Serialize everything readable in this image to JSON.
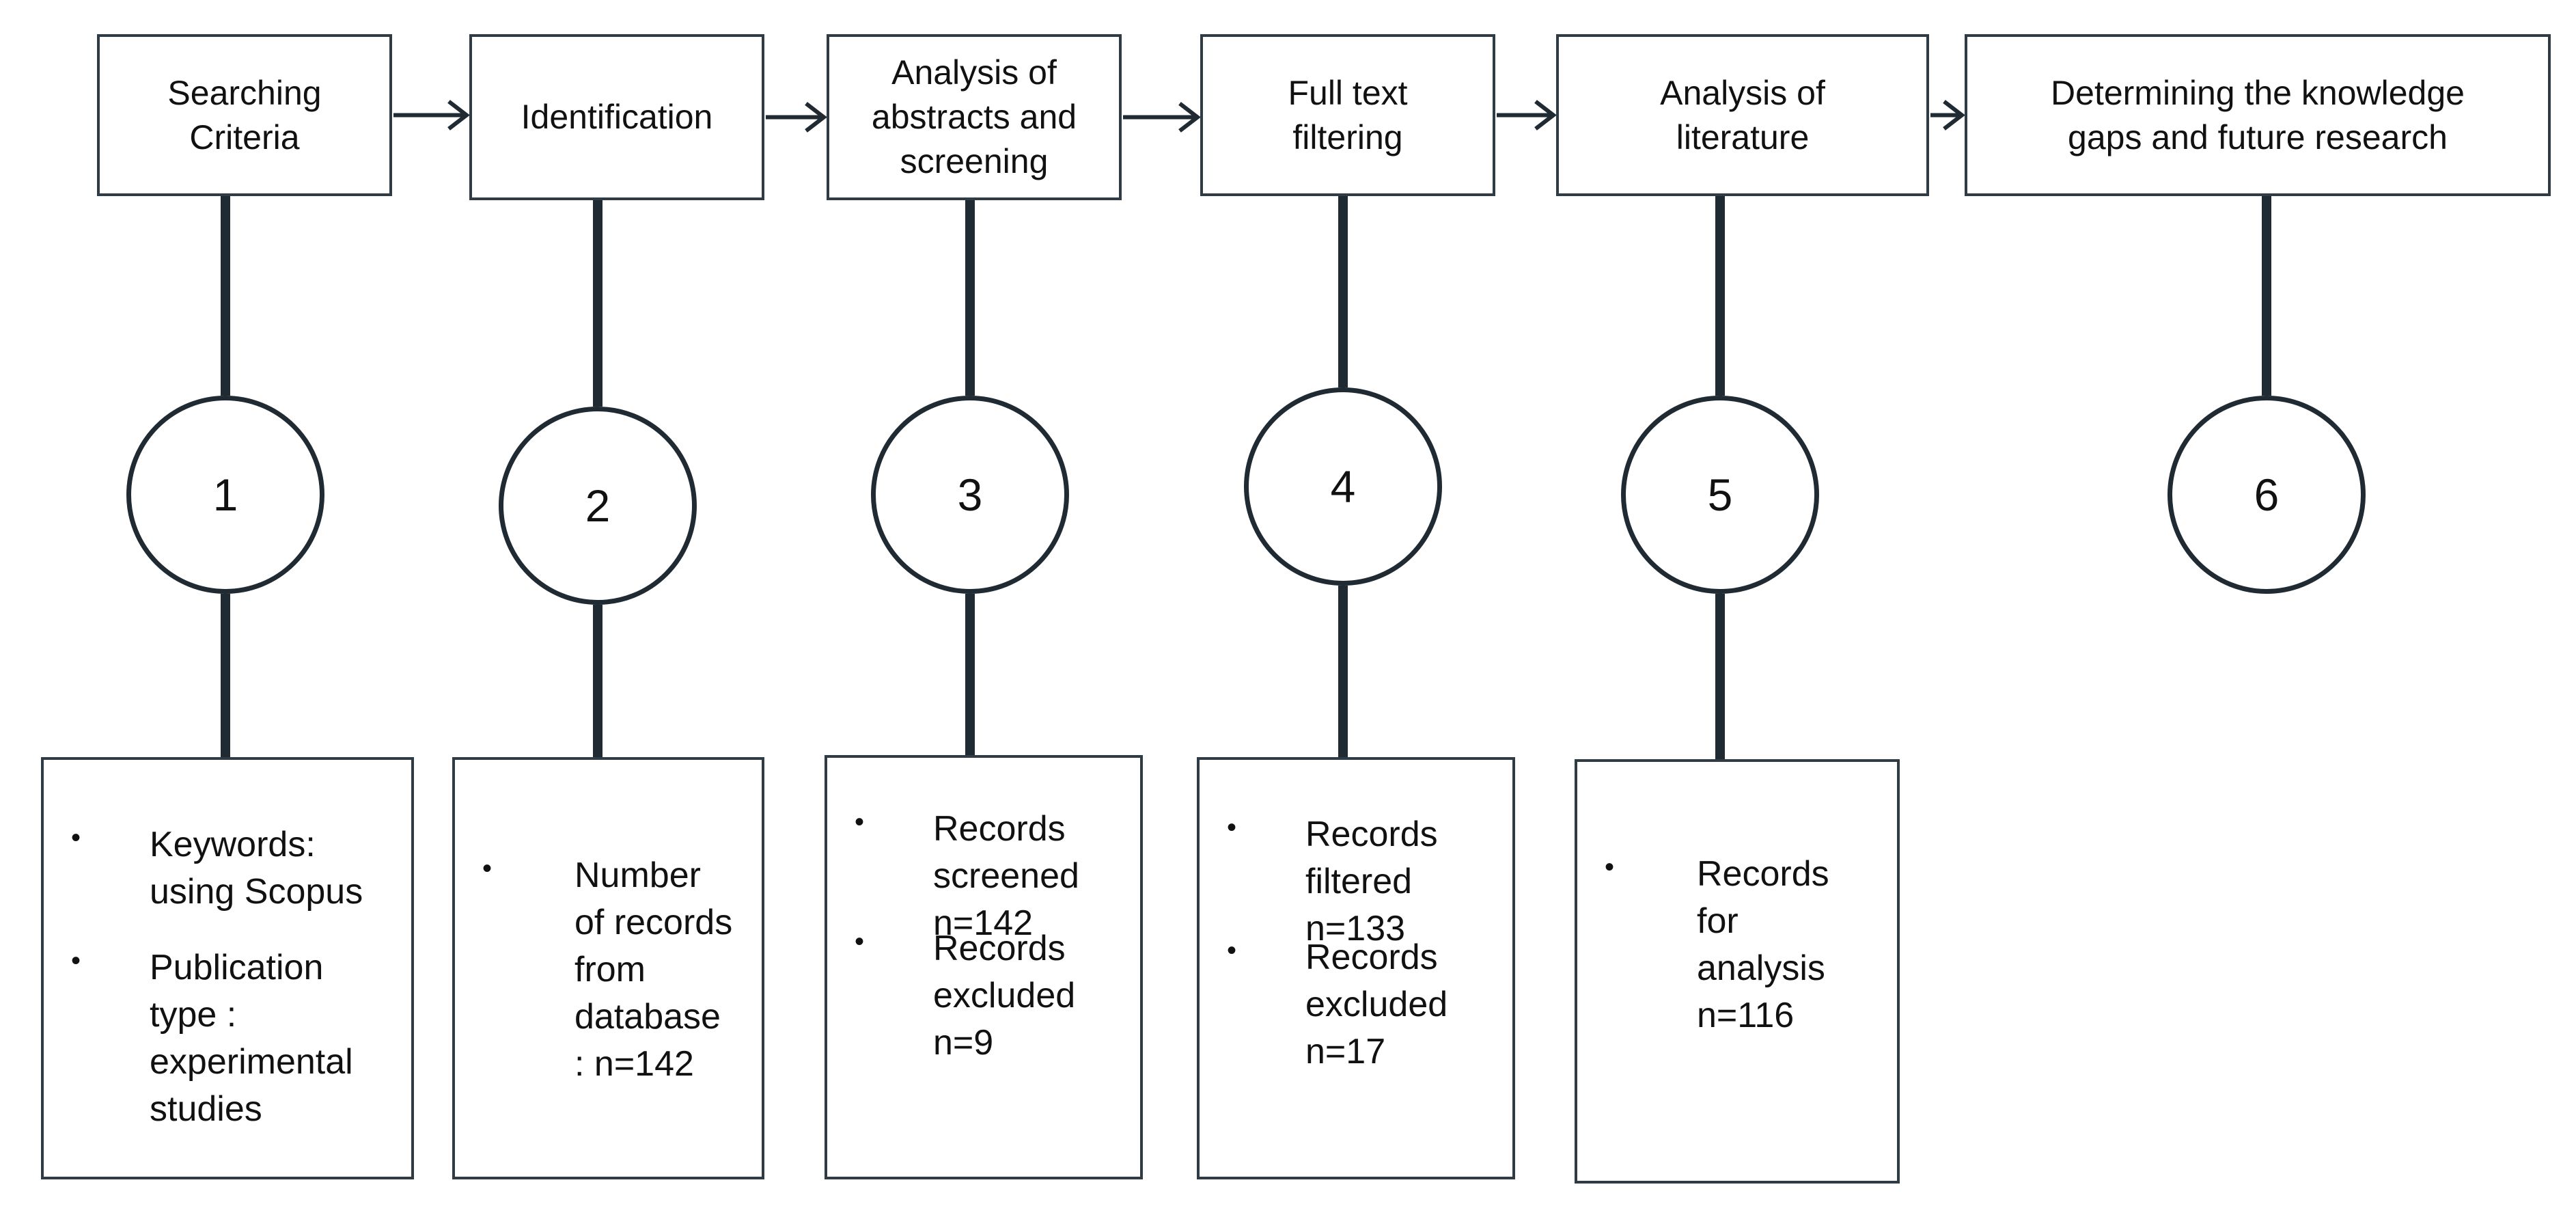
{
  "stages": [
    {
      "title": "Searching\nCriteria",
      "number": "1",
      "items": [
        "Keywords:\nusing Scopus",
        "Publication\ntype :\nexperimental\nstudies"
      ]
    },
    {
      "title": "Identification",
      "number": "2",
      "items": [
        "Number\nof records\nfrom\ndatabase\n: n=142"
      ]
    },
    {
      "title": "Analysis of\nabstracts and\nscreening",
      "number": "3",
      "items": [
        "Records\nscreened\nn=142",
        "Records\nexcluded\nn=9"
      ]
    },
    {
      "title": "Full text\nfiltering",
      "number": "4",
      "items": [
        "Records\nfiltered\nn=133",
        "Records\nexcluded\nn=17"
      ]
    },
    {
      "title": "Analysis of\nliterature",
      "number": "5",
      "items": [
        "Records\nfor\nanalysis\nn=116"
      ]
    },
    {
      "title": "Determining the knowledge\ngaps and future research",
      "number": "6",
      "items": []
    }
  ],
  "bullet_char": "•",
  "colors": {
    "stroke": "#2f3b45",
    "connector": "#1f2a33"
  }
}
